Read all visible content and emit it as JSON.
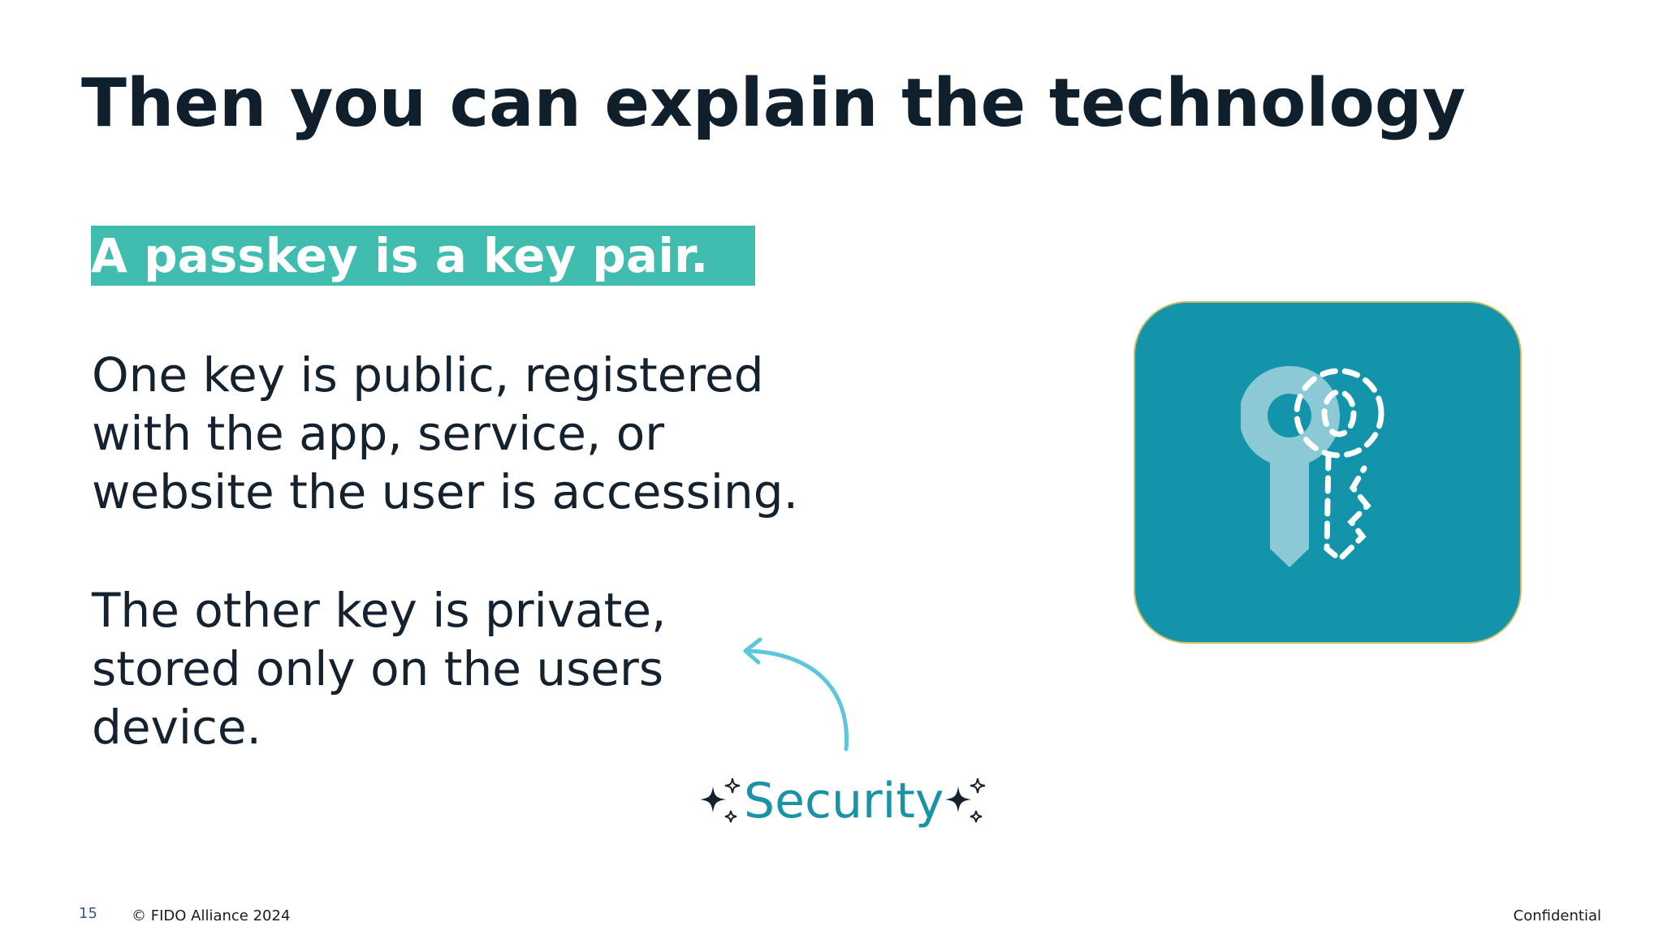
{
  "slide": {
    "title": "Then you can explain the technology",
    "highlight": "A passkey is a key pair.",
    "paragraph_1_lines": [
      "One key is public, registered",
      "with the app, service, or",
      "website the user is accessing."
    ],
    "paragraph_2_lines": [
      "The other key is private,",
      "stored only on the users",
      "device."
    ],
    "callout": {
      "label": "Security",
      "color": "#1b93a6",
      "leading_icon": "sparkles-icon",
      "trailing_icon": "sparkles-icon"
    },
    "illustration": {
      "icon": "key-pair-icon",
      "tile_color": "#1494aa"
    }
  },
  "footer": {
    "page_number": "15",
    "copyright": "© FIDO Alliance 2024",
    "confidential": "Confidential"
  },
  "colors": {
    "title": "#0f1f2c",
    "highlight_bg": "#40bdae",
    "arrow": "#5ec6dc"
  }
}
